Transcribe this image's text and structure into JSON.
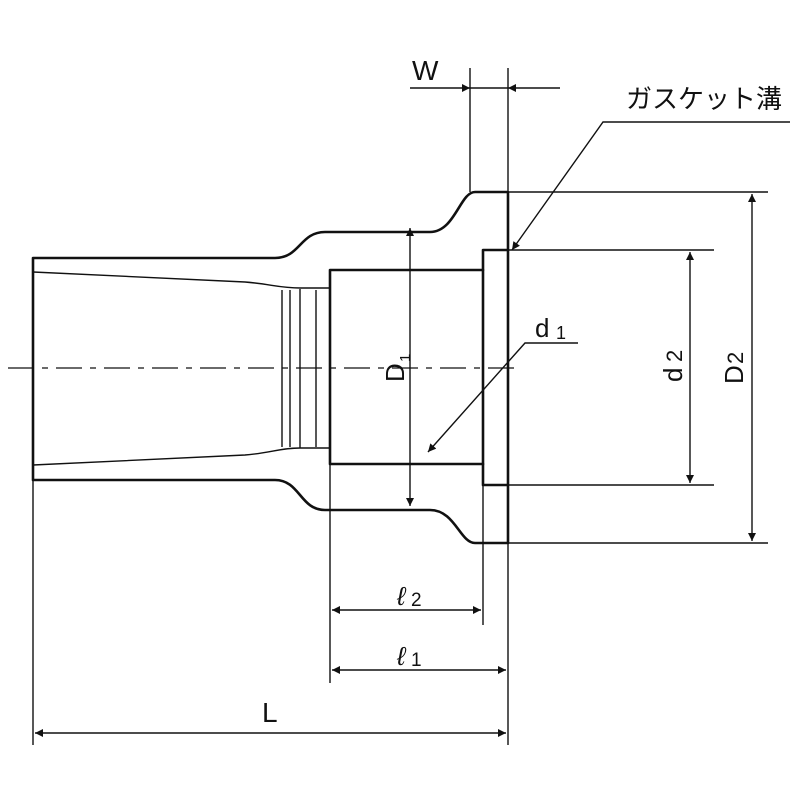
{
  "labels": {
    "W": "W",
    "gasket_groove": "ガスケット溝",
    "D1": "D",
    "D1_sub": "1",
    "d1": "d",
    "d1_sub": "1",
    "d2": "d",
    "d2_sub": "2",
    "D2": "D",
    "D2_sub": "2",
    "l2": "ℓ",
    "l2_sub": "2",
    "l1": "ℓ",
    "l1_sub": "1",
    "L": "L"
  }
}
